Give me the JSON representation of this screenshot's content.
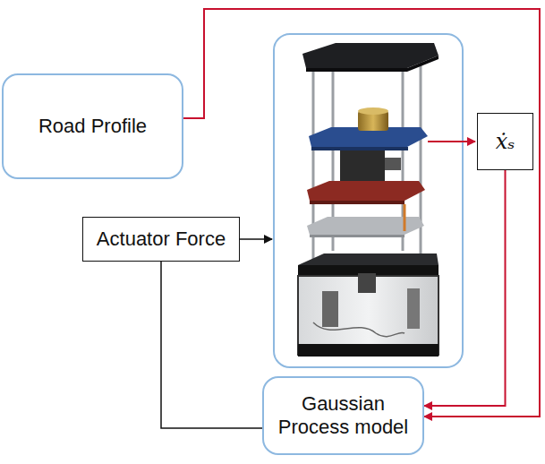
{
  "diagram": {
    "nodes": [
      {
        "text": [
          "Road Profile"
        ]
      },
      {
        "text": [
          "Actuator Force"
        ]
      },
      {
        "text": [
          "ẋₛ"
        ]
      },
      {
        "text": [
          "Gaussian Process model"
        ]
      }
    ],
    "edges": [
      {
        "from": 0,
        "to": 3,
        "arrow": "to"
      },
      {
        "from": 2,
        "to": 3,
        "arrow": "to"
      },
      {
        "from": 1,
        "to": 3,
        "arrow": "none"
      }
    ]
  }
}
